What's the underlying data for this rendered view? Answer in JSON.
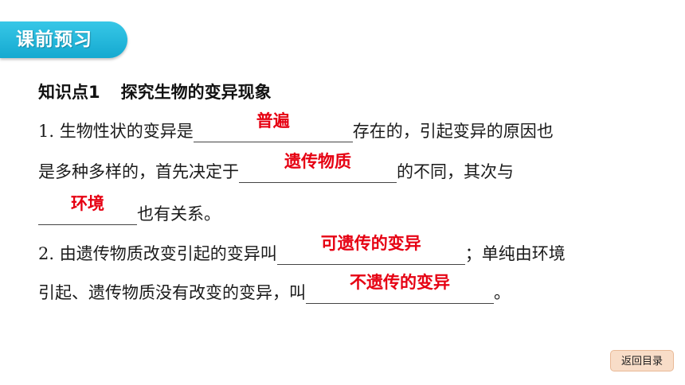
{
  "section_tag": "课前预习",
  "heading": {
    "point": "知识点1",
    "title": "探究生物的变异现象"
  },
  "q1": {
    "text_a": "1. 生物性状的变异是",
    "answer_a": "普遍",
    "text_b": "存在的，引起变异的原因也",
    "text_c": "是多种多样的，首先决定于",
    "answer_b": "遗传物质",
    "text_d": "的不同，其次与",
    "answer_c": "环境",
    "text_e": "也有关系。"
  },
  "q2": {
    "text_a": "2. 由遗传物质改变引起的变异叫",
    "answer_a": "可遗传的变异",
    "text_b": "；单纯由环境",
    "text_c": "引起、遗传物质没有改变的变异，叫",
    "answer_b": "不遗传的变异",
    "text_d": "。"
  },
  "back_button": "返回目录"
}
